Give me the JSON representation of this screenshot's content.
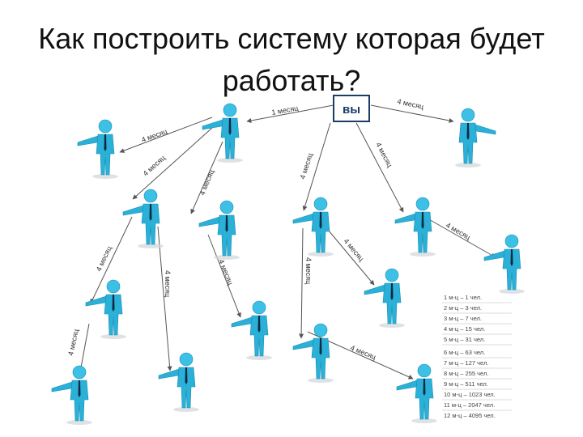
{
  "title_line1": "Как построить систему которая будет",
  "title_line2": "работать?",
  "you_label": "вы",
  "edge_label": "4 месяц",
  "edge_label_alt": "1 месяц",
  "stats": [
    "1 м-ц – 1 чел.",
    "2 м-ц – 3 чел.",
    "3 м-ц – 7 чел.",
    "4 м-ц – 15 чел.",
    "5 м-ц – 31 чел.",
    "6 м-ц – 63 чел.",
    "7 м-ц – 127 чел.",
    "8 м-ц – 255 чел.",
    "9 м-ц – 511 чел.",
    "10 м-ц – 1023 чел.",
    "11 м-ц – 2047 чел.",
    "12 м-ц – 4095 чел."
  ],
  "colors": {
    "figure": "#2bb0d8",
    "box_border": "#1a3d66",
    "edge": "#555555"
  }
}
